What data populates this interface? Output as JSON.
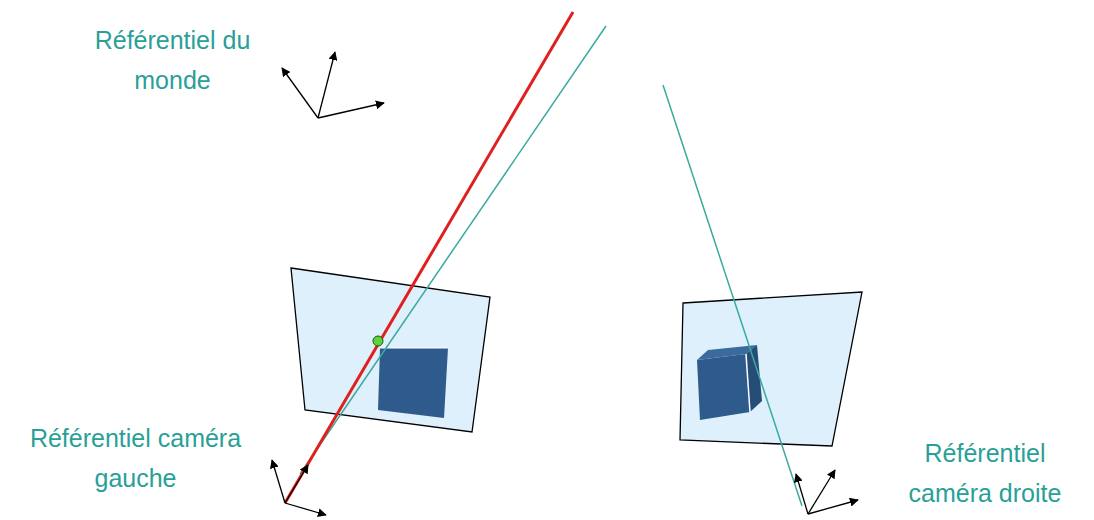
{
  "diagram": {
    "labels": [
      "Référentiel du monde",
      "Référentiel caméra gauche",
      "Référentiel caméra droite"
    ]
  }
}
